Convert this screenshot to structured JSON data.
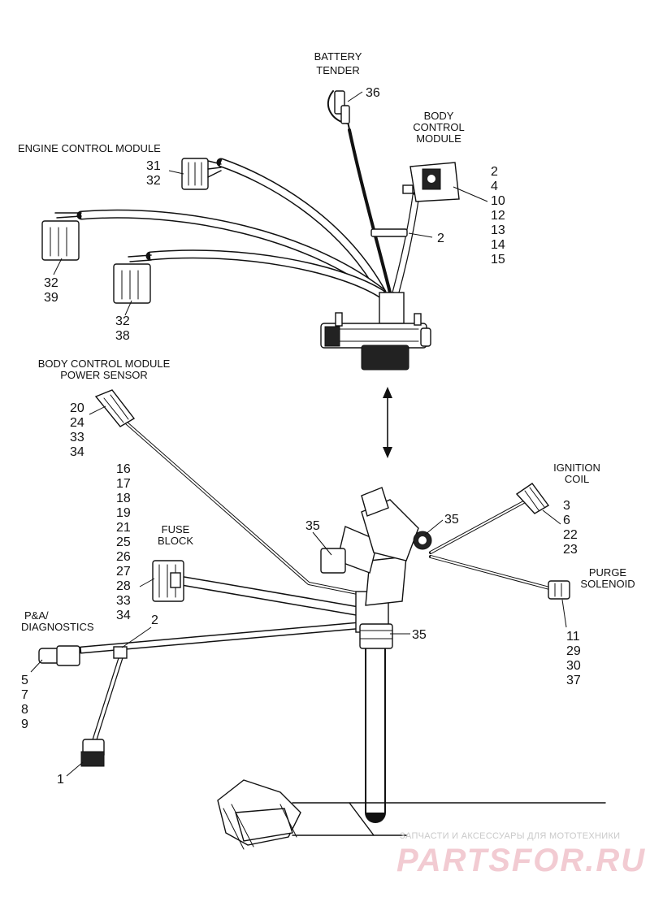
{
  "labels": {
    "battery_tender": [
      "BATTERY",
      "TENDER"
    ],
    "body_control_module": [
      "BODY",
      "CONTROL",
      "MODULE"
    ],
    "engine_control_module": "ENGINE CONTROL MODULE",
    "bcm_power_sensor": [
      "BODY CONTROL MODULE",
      "POWER SENSOR"
    ],
    "fuse_block": [
      "FUSE",
      "BLOCK"
    ],
    "pa_diagnostics": [
      "P&A/",
      "DIAGNOSTICS"
    ],
    "ignition_coil": [
      "IGNITION",
      "COIL"
    ],
    "purge_solenoid": [
      "PURGE",
      "SOLENOID"
    ]
  },
  "callouts": {
    "battery_tender": [
      "36"
    ],
    "bcm": [
      "2",
      "4",
      "10",
      "12",
      "13",
      "14",
      "15"
    ],
    "bcm_strap": [
      "2"
    ],
    "ecm_top": [
      "31",
      "32"
    ],
    "ecm_left": [
      "32",
      "39"
    ],
    "ecm_mid": [
      "32",
      "38"
    ],
    "bcm_power_sensor": [
      "20",
      "24",
      "33",
      "34"
    ],
    "fuse_block": [
      "16",
      "17",
      "18",
      "19",
      "21",
      "25",
      "26",
      "27",
      "28",
      "33",
      "34"
    ],
    "junction_left": [
      "35"
    ],
    "junction_right": [
      "35"
    ],
    "junction_lower": [
      "35"
    ],
    "ignition_coil": [
      "3",
      "6",
      "22",
      "23"
    ],
    "purge_solenoid": [
      "11",
      "29",
      "30",
      "37"
    ],
    "pa_diagnostics": [
      "5",
      "7",
      "8",
      "9"
    ],
    "pa_strap": [
      "2"
    ],
    "lower_connector": [
      "1"
    ]
  },
  "watermark": {
    "small": "ЗАПЧАСТИ И АКСЕССУАРЫ ДЛЯ МОТОТЕХНИКИ",
    "large": "PARTSFOR.RU"
  }
}
